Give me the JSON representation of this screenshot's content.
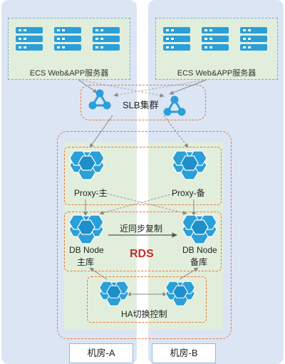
{
  "ecs": {
    "left_label": "ECS Web&APP服务器",
    "right_label": "ECS Web&APP服务器"
  },
  "slb": {
    "label": "SLB集群"
  },
  "proxy": {
    "master_label": "Proxy-主",
    "backup_label": "Proxy-备"
  },
  "db": {
    "master_line1": "DB Node",
    "master_line2": "主库",
    "backup_line1": "DB Node",
    "backup_line2": "备库",
    "replication_label": "近同步复制",
    "rds_label": "RDS"
  },
  "ha": {
    "label": "HA切换控制"
  },
  "rooms": {
    "a_label": "机房-A",
    "b_label": "机房-B"
  },
  "colors": {
    "panel": "#dce5f4",
    "green": "#e2eedc",
    "server_blue": "#2b9fd8",
    "orange": "#e8762d",
    "rds_red": "#c0302a"
  },
  "icons": {
    "server": "server-icon",
    "slb": "network-cluster-icon",
    "proxy": "honeycomb-icon",
    "db": "honeycomb-icon",
    "ha": "honeycomb-icon"
  }
}
